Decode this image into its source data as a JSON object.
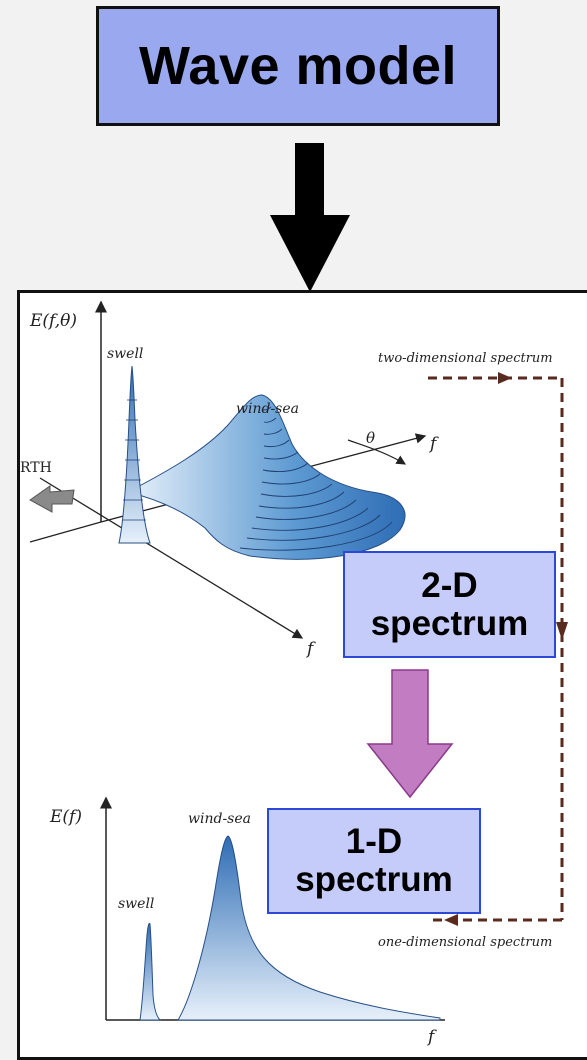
{
  "title": "Wave model",
  "colors": {
    "title_fill": "#9aa8f0",
    "label_box_fill": "#c6ccfa",
    "label_box_border": "#2b49d6",
    "transform_arrow": "#c27cc2",
    "spectrum_blue": "#3f7fc0",
    "dashed_arrow": "#5a2a1e"
  },
  "figure": {
    "two_d": {
      "axis_label": "E(f,θ)",
      "peak_swell": "swell",
      "peak_windsea": "wind-sea",
      "theta_label": "θ",
      "f_label_right": "f",
      "f_label_front": "f",
      "north_label": "RTH"
    },
    "one_d": {
      "axis_label": "E(f)",
      "peak_swell": "swell",
      "peak_windsea": "wind-sea",
      "f_label": "f"
    },
    "top_caption": "two-dimensional spectrum",
    "bottom_caption": "one-dimensional spectrum"
  },
  "boxes": {
    "two_d": [
      "2-D",
      "spectrum"
    ],
    "one_d": [
      "1-D",
      "spectrum"
    ]
  }
}
